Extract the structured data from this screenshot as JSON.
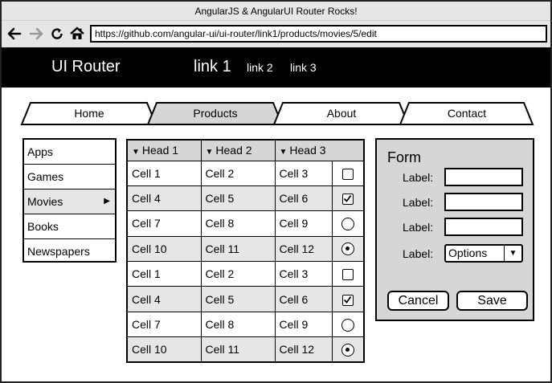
{
  "window": {
    "title": "AngularJS & AngularUI Router Rocks!"
  },
  "browser": {
    "url": "https://github.com/angular-ui/ui-router/link1/products/movies/5/edit",
    "back_icon": "arrow-left-icon",
    "forward_icon": "arrow-right-icon",
    "reload_icon": "reload-icon",
    "home_icon": "home-icon"
  },
  "header": {
    "brand": "UI Router",
    "links": [
      "link 1",
      "link 2",
      "link 3"
    ]
  },
  "tabs": [
    "Home",
    "Products",
    "About",
    "Contact"
  ],
  "active_tab": "Products",
  "sidebar": {
    "items": [
      "Apps",
      "Games",
      "Movies",
      "Books",
      "Newspapers"
    ],
    "active": "Movies"
  },
  "table": {
    "headers": [
      "Head 1",
      "Head 2",
      "Head 3"
    ],
    "rows": [
      {
        "cells": [
          "Cell 1",
          "Cell 2",
          "Cell 3"
        ],
        "control": "checkbox",
        "checked": false
      },
      {
        "cells": [
          "Cell 4",
          "Cell 5",
          "Cell 6"
        ],
        "control": "checkbox",
        "checked": true
      },
      {
        "cells": [
          "Cell 7",
          "Cell 8",
          "Cell 9"
        ],
        "control": "radio",
        "checked": false
      },
      {
        "cells": [
          "Cell 10",
          "Cell 11",
          "Cell 12"
        ],
        "control": "radio",
        "checked": true
      },
      {
        "cells": [
          "Cell 1",
          "Cell 2",
          "Cell 3"
        ],
        "control": "checkbox",
        "checked": false
      },
      {
        "cells": [
          "Cell 4",
          "Cell 5",
          "Cell 6"
        ],
        "control": "checkbox",
        "checked": true
      },
      {
        "cells": [
          "Cell 7",
          "Cell 8",
          "Cell 9"
        ],
        "control": "radio",
        "checked": false
      },
      {
        "cells": [
          "Cell 10",
          "Cell 11",
          "Cell 12"
        ],
        "control": "radio",
        "checked": true
      }
    ]
  },
  "form": {
    "title": "Form",
    "fields": [
      {
        "label": "Label:",
        "value": ""
      },
      {
        "label": "Label:",
        "value": ""
      },
      {
        "label": "Label:",
        "value": ""
      }
    ],
    "select": {
      "label": "Label:",
      "value": "Options"
    },
    "cancel": "Cancel",
    "save": "Save"
  },
  "colors": {
    "header_bg": "#000000",
    "panel_bg": "#d6d6d6",
    "active_bg": "#e6e6e6"
  }
}
